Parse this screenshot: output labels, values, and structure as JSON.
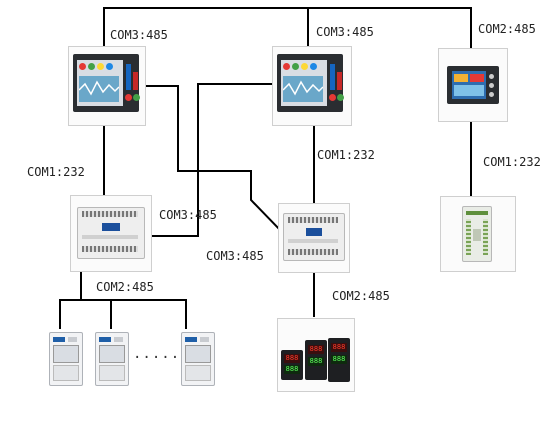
{
  "labels": {
    "com3_left": "COM3:485",
    "com3_mid": "COM3:485",
    "com2_right": "COM2:485",
    "com1_left": "COM1:232",
    "com1_mid": "COM1:232",
    "com1_right": "COM1:232",
    "com3_cross_a": "COM3:485",
    "com3_cross_b": "COM3:485",
    "com2_left_plc": "COM2:485",
    "com2_mid_plc": "COM2:485"
  },
  "ellipsis": "......",
  "icons": {
    "hmi": "hmi-touch-panel-icon",
    "plc": "plc-controller-icon",
    "vfd": "frequency-inverter-icon",
    "temperature_controller": "temperature-controller-icon"
  },
  "colors": {
    "wire": "#000000",
    "hmi_frame": "#2a2d31",
    "display_digits": "#ff3a2a"
  }
}
